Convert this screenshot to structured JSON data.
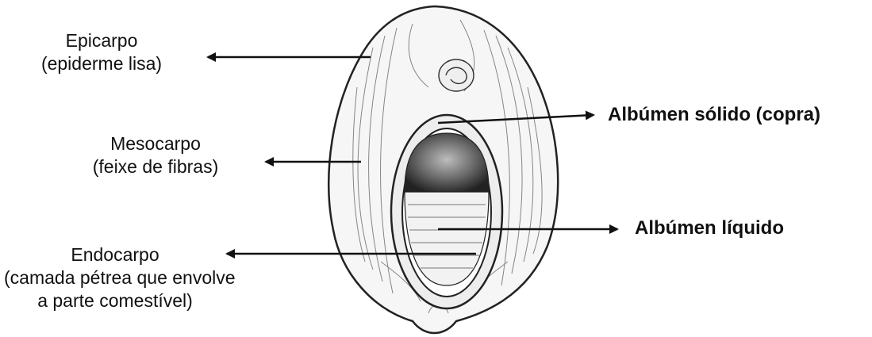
{
  "labels": {
    "epicarpo": {
      "line1": "Epicarpo",
      "line2": "(epiderme lisa)"
    },
    "mesocarpo": {
      "line1": "Mesocarpo",
      "line2": "(feixe de fibras)"
    },
    "endocarpo": {
      "line1": "Endocarpo",
      "line2": "(camada pétrea que envolve",
      "line3": "a parte comestível)"
    },
    "albumen_solido": "Albúmen sólido (copra)",
    "albumen_liquido": "Albúmen líquido"
  },
  "colors": {
    "ink": "#111111",
    "husk_fill": "#f4f4f4",
    "shell_fill": "#e9e9e9",
    "kernel_fill": "#555555",
    "liquid_fill": "#f0f0f0"
  }
}
